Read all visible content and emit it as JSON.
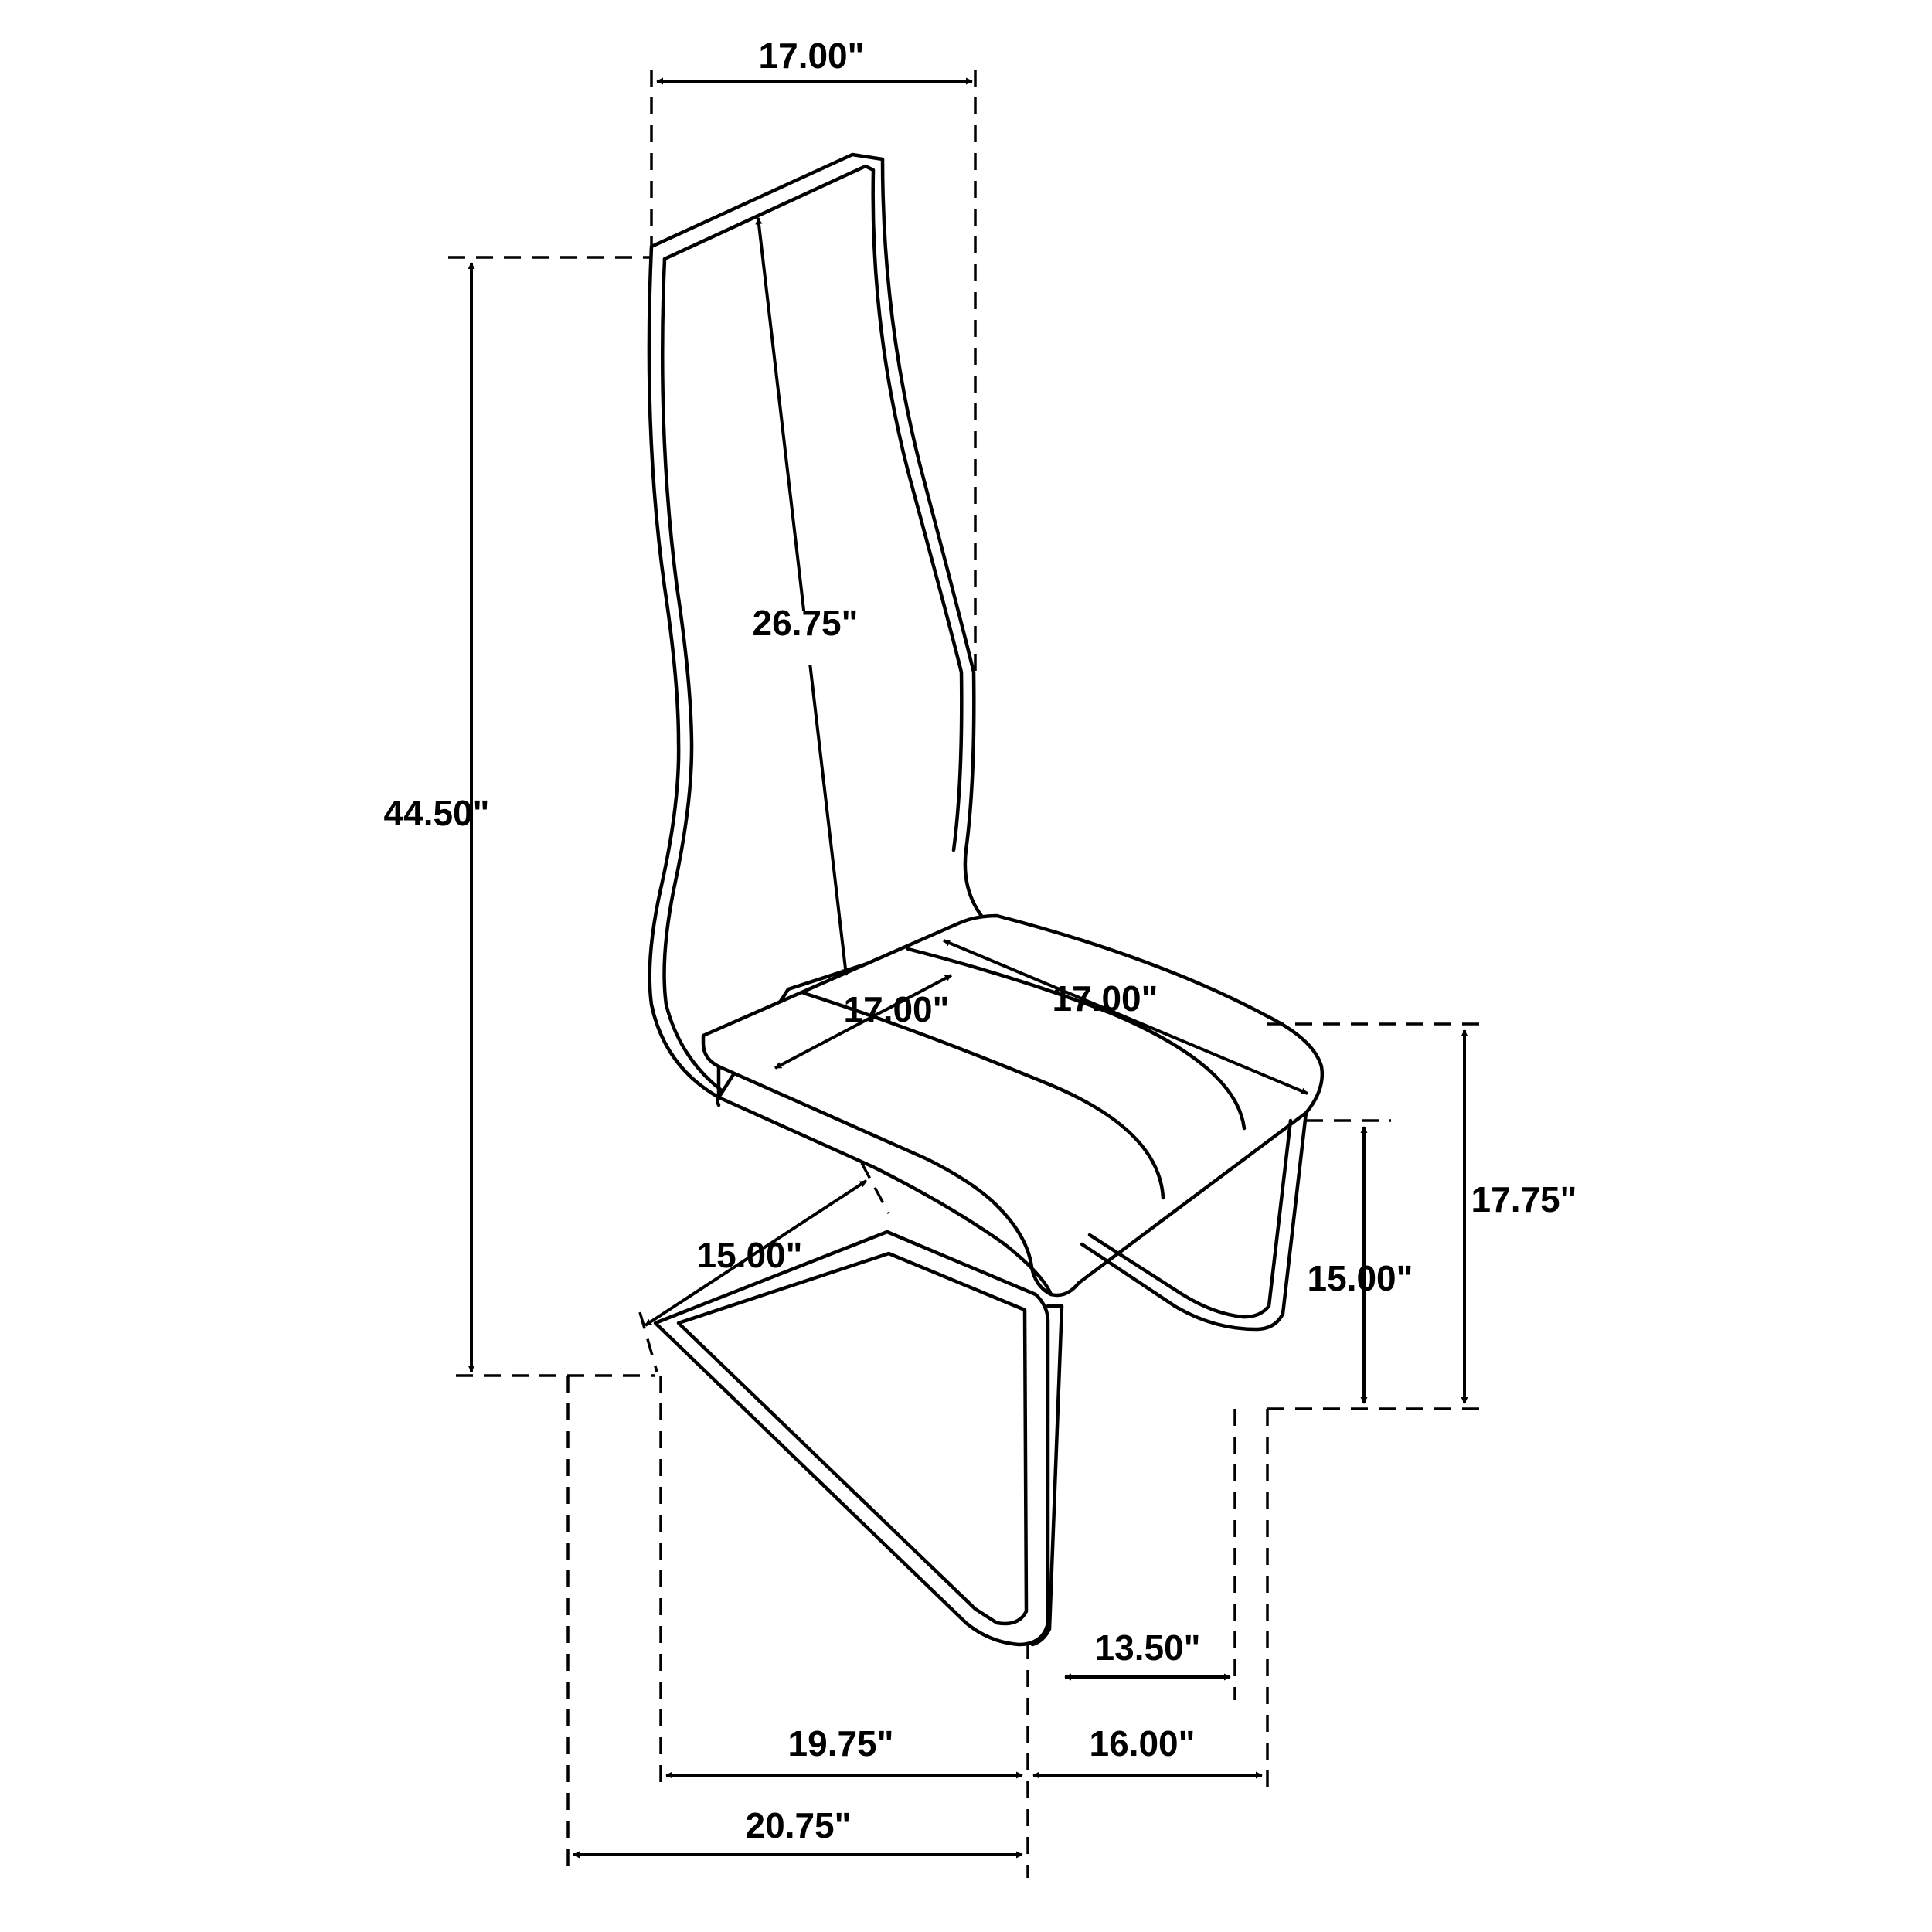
{
  "colors": {
    "line": "#000000",
    "background": "#ffffff"
  },
  "dimensions": {
    "back_width": "17.00\"",
    "overall_height": "44.50\"",
    "back_height": "26.75\"",
    "seat_width": "17.00\"",
    "seat_depth": "17.00\"",
    "arm_to_base": "15.00\"",
    "seat_height": "17.75\"",
    "seat_height_front": "15.00\"",
    "base_front": "13.50\"",
    "base_depth": "19.75\"",
    "front_overhang": "16.00\"",
    "overall_depth": "20.75\""
  }
}
